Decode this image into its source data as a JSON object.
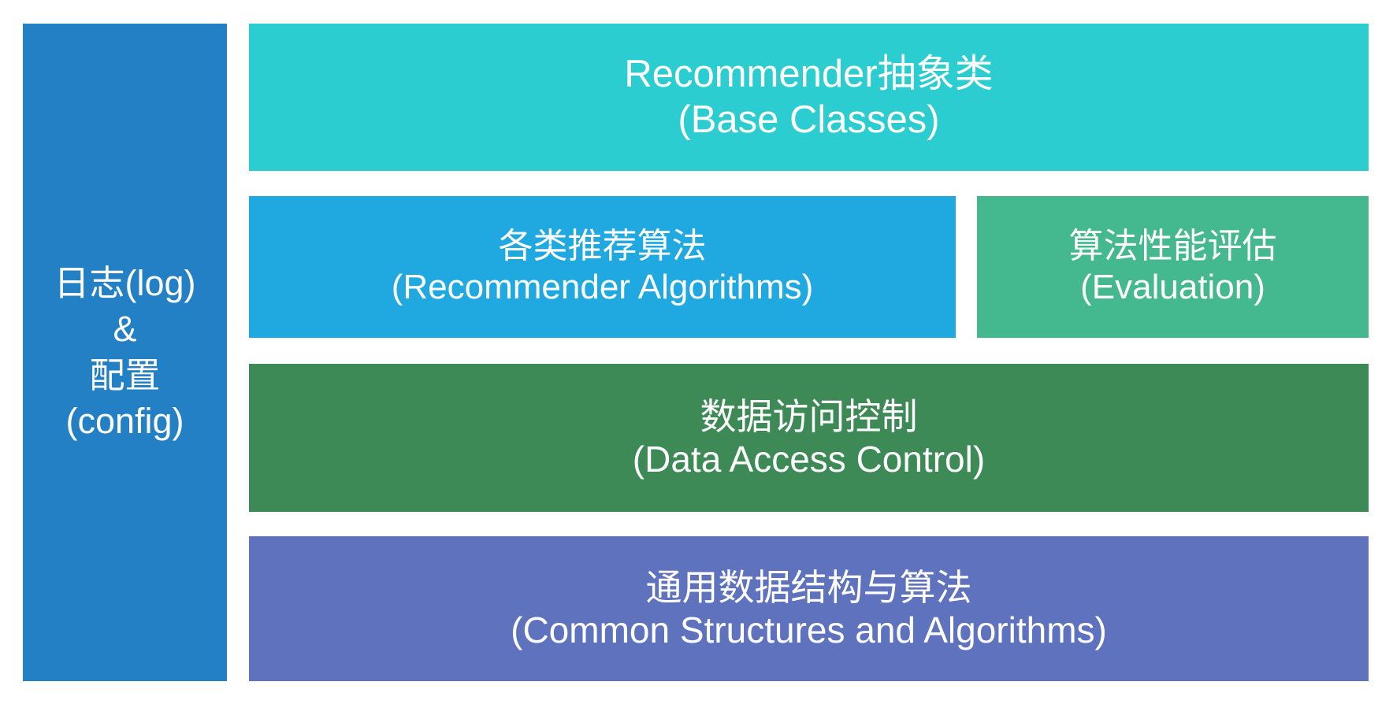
{
  "diagram": {
    "type": "layered-architecture",
    "background_color": "#ffffff",
    "sidebar": {
      "name": "log-and-config",
      "color": "#2480c4",
      "lines": [
        "日志(log)",
        "&",
        "配置",
        "(config)"
      ]
    },
    "layers": [
      {
        "name": "base-classes",
        "color": "#2bcdd1",
        "title_cn": "Recommender抽象类",
        "title_en": "(Base Classes)",
        "row": 1,
        "span": "full"
      },
      {
        "name": "recommender-algorithms",
        "color": "#1fa9e0",
        "title_cn": "各类推荐算法",
        "title_en": "(Recommender Algorithms)",
        "row": 2,
        "span": "left"
      },
      {
        "name": "evaluation",
        "color": "#44b98f",
        "title_cn": "算法性能评估",
        "title_en": "(Evaluation)",
        "row": 2,
        "span": "right"
      },
      {
        "name": "data-access-control",
        "color": "#3d8a56",
        "title_cn": "数据访问控制",
        "title_en": "(Data Access Control)",
        "row": 3,
        "span": "full"
      },
      {
        "name": "common-structures-and-algorithms",
        "color": "#5f72be",
        "title_cn": "通用数据结构与算法",
        "title_en": "(Common Structures and Algorithms)",
        "row": 4,
        "span": "full"
      }
    ]
  }
}
